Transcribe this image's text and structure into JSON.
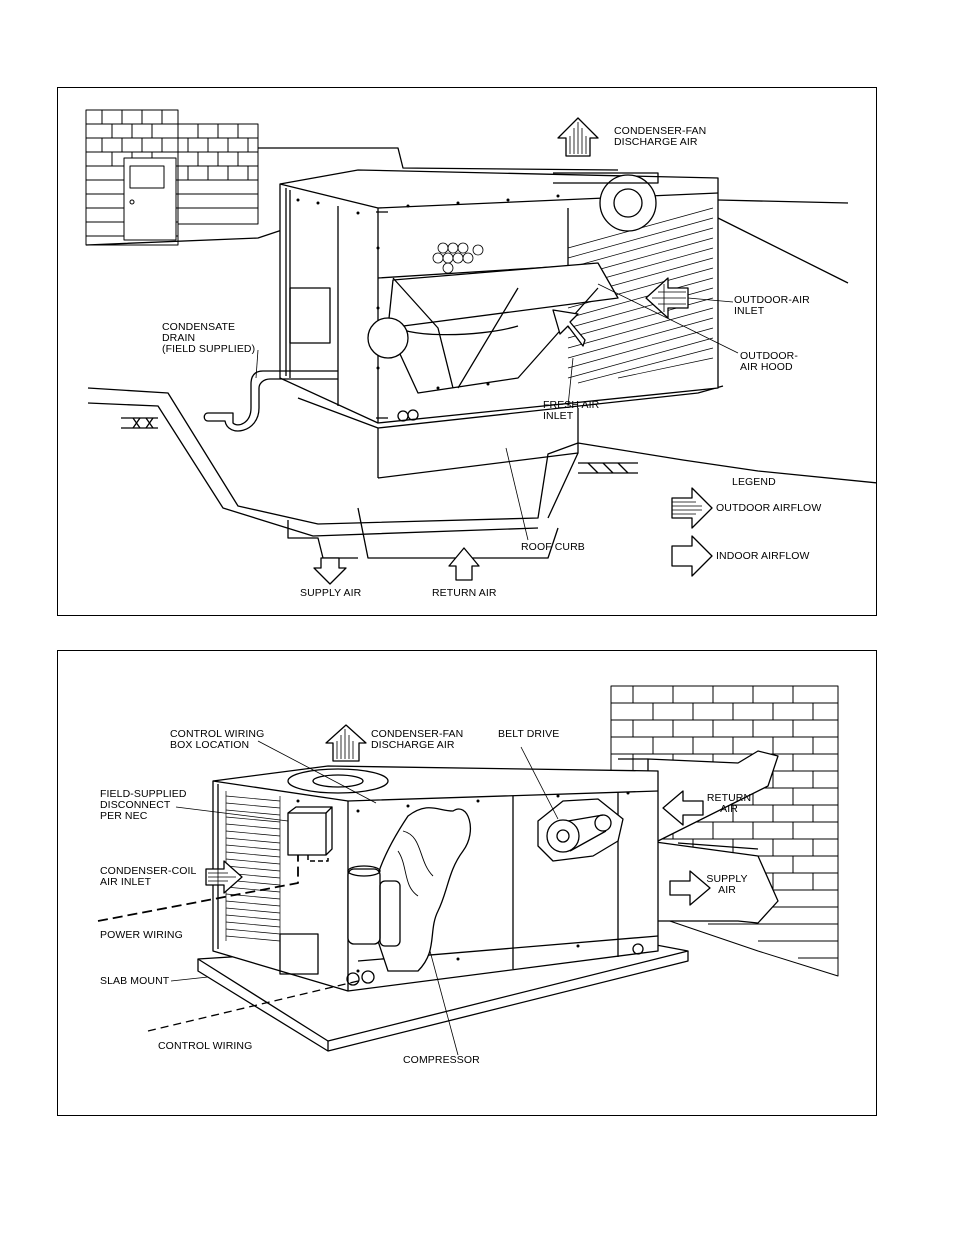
{
  "top_panel": {
    "labels": {
      "condenser_fan": "CONDENSER-FAN\nDISCHARGE AIR",
      "outdoor_air_inlet": "OUTDOOR-AIR\nINLET",
      "outdoor_air_hood": "OUTDOOR-\nAIR HOOD",
      "condensate_drain": "CONDENSATE\nDRAIN\n(FIELD SUPPLIED)",
      "fresh_air_inlet": "FRESH AIR\nINLET",
      "roof_curb": "ROOF CURB",
      "supply_air": "SUPPLY AIR",
      "return_air": "RETURN AIR"
    },
    "legend": {
      "title": "LEGEND",
      "outdoor_airflow": "OUTDOOR AIRFLOW",
      "indoor_airflow": "INDOOR AIRFLOW"
    }
  },
  "bottom_panel": {
    "labels": {
      "control_wiring_box": "CONTROL WIRING\nBOX LOCATION",
      "condenser_fan": "CONDENSER-FAN\nDISCHARGE AIR",
      "belt_drive": "BELT DRIVE",
      "field_disconnect": "FIELD-SUPPLIED\nDISCONNECT\nPER NEC",
      "return_air": "RETURN\nAIR",
      "condenser_coil": "CONDENSER-COIL\nAIR INLET",
      "supply_air": "SUPPLY\nAIR",
      "power_wiring": "POWER WIRING",
      "slab_mount": "SLAB MOUNT",
      "control_wiring": "CONTROL WIRING",
      "compressor": "COMPRESSOR"
    }
  }
}
